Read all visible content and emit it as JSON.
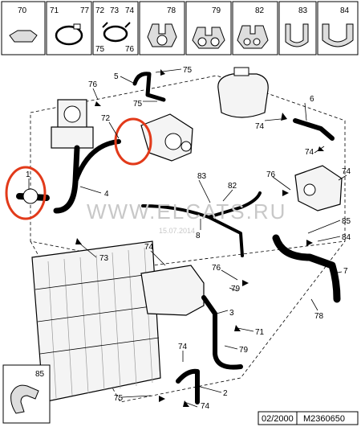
{
  "catalog": {
    "top_cells": [
      {
        "id": "70",
        "labels": [
          "70"
        ]
      },
      {
        "id": "71-77",
        "labels": [
          "71",
          "77"
        ]
      },
      {
        "id": "72-76",
        "labels": [
          "72",
          "73",
          "74",
          "75",
          "76"
        ]
      },
      {
        "id": "78",
        "labels": [
          "78"
        ]
      },
      {
        "id": "79",
        "labels": [
          "79"
        ]
      },
      {
        "id": "82",
        "labels": [
          "82"
        ]
      },
      {
        "id": "83",
        "labels": [
          "83"
        ]
      },
      {
        "id": "84",
        "labels": [
          "84"
        ]
      }
    ],
    "corner_cell": {
      "label": "85"
    }
  },
  "callouts": {
    "c75a": "75",
    "c5": "5",
    "c76a": "76",
    "c75b": "75",
    "c72": "72",
    "c74a": "74",
    "c6": "6",
    "c74b": "74",
    "c1": "1",
    "c4": "4",
    "c83": "83",
    "c82": "82",
    "c76b": "76",
    "c74c": "74",
    "c85": "85",
    "c8": "8",
    "c84": "84",
    "c73": "73",
    "c74d": "74",
    "c7": "7",
    "c76c": "76",
    "c79a": "79",
    "c3": "3",
    "c78": "78",
    "c71": "71",
    "c79b": "79",
    "c74e": "74",
    "c2": "2",
    "c75c": "75",
    "c74f": "74"
  },
  "watermark": {
    "text": "WWW.ELCATS.RU",
    "date": "15.07.2014"
  },
  "footer": {
    "date": "02/2000",
    "code": "M2360650"
  },
  "highlight_color": "#e23a1a"
}
